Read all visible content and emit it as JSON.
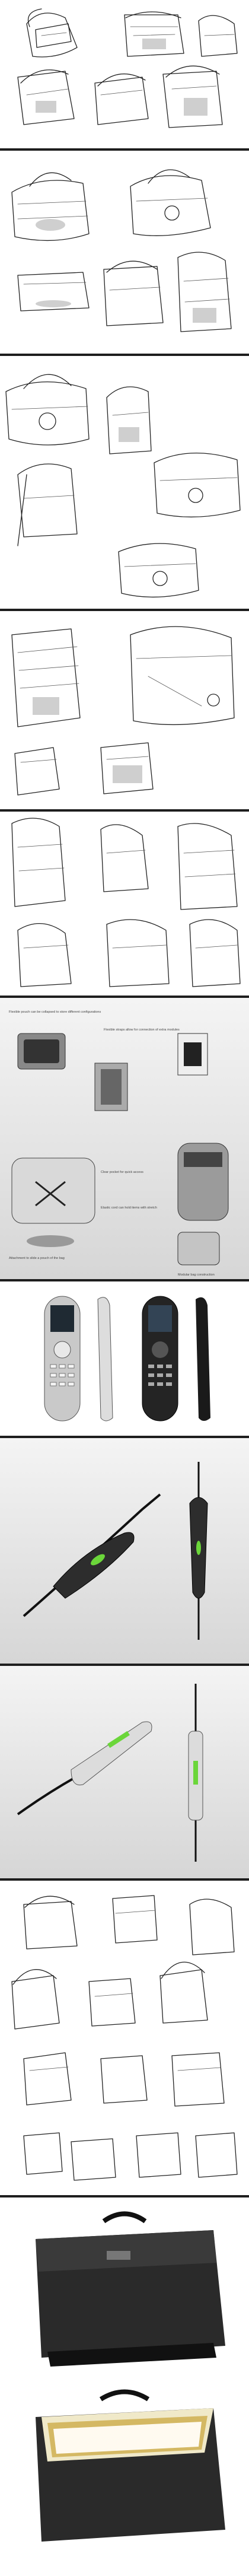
{
  "page": {
    "title": "",
    "background": "#ffffff",
    "strip_colors": {
      "sketch": "#ffffff",
      "render": "#e2e2e2",
      "divider": "#1e1e1e",
      "accent_green": "#6bd63a"
    }
  },
  "strips": [
    {
      "kind": "messenger-bag-sketches",
      "notes": []
    },
    {
      "kind": "duffel-and-backpack-sketches",
      "notes": []
    },
    {
      "kind": "sport-bag-sketches",
      "notes": []
    },
    {
      "kind": "backpack-and-messenger-sketches",
      "notes": []
    },
    {
      "kind": "backpack-detail-sketches",
      "notes": []
    },
    {
      "kind": "bag-mechanism-renderings",
      "notes": [
        "Flexible pouch can be collapsed to store different configurations",
        "Flexible straps allow for connection of extra modules",
        "Clear pocket for quick access",
        "Elastic cord can hold items with stretch",
        "Attachment to slide a pouch of the bag",
        "Modular bag construction"
      ]
    },
    {
      "kind": "remote-control-renderings",
      "notes": []
    },
    {
      "kind": "cable-device-renderings",
      "notes": []
    },
    {
      "kind": "cable-device-renderings-alt",
      "notes": []
    },
    {
      "kind": "shoulder-bag-sketches",
      "notes": []
    },
    {
      "kind": "leather-briefcase-renderings",
      "notes": []
    }
  ],
  "icons": {
    "bag": "bag-icon",
    "remote": "remote-icon",
    "device": "cable-device-icon",
    "briefcase": "briefcase-icon"
  }
}
